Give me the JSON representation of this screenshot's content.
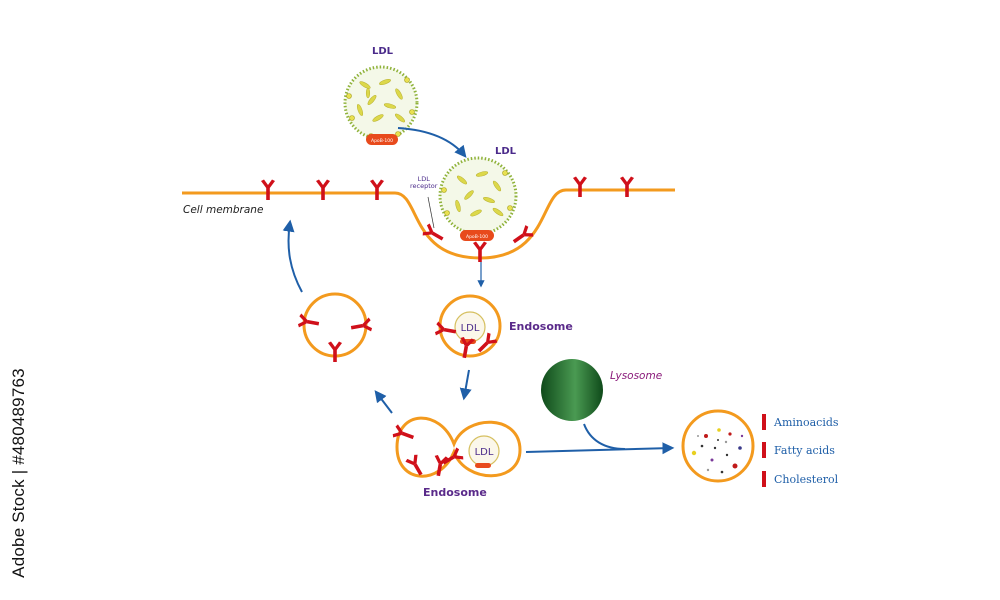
{
  "labels": {
    "ldl_top": "LDL",
    "ldl_bound": "LDL",
    "cell_membrane": "Cell membrane",
    "ldl_receptor_1": "LDL",
    "ldl_receptor_2": "receptor",
    "apob_top": "ApoB-100",
    "apob_bound": "ApoB-100",
    "endosome_1": "Endosome",
    "endosome_2": "Endosome",
    "endo1_ldl": "LDL",
    "endo2_ldl": "LDL",
    "lysosome": "Lysosome"
  },
  "legend": [
    {
      "label": "Aminoacids",
      "color": "#d0101a"
    },
    {
      "label": "Fatty acids",
      "color": "#d0101a"
    },
    {
      "label": "Cholesterol",
      "color": "#d0101a"
    }
  ],
  "watermark_side": "Adobe Stock | #480489763",
  "colors": {
    "membrane": "#f39a1e",
    "receptor": "#d0101a",
    "arrow": "#1f5fa8",
    "ldl_fill": "#f4f8e8",
    "ldl_dots": "#8fb23a",
    "lipid": "#dcd84a",
    "lysosome": "#1f6a2a",
    "legend_text": "#1f5fa8"
  }
}
